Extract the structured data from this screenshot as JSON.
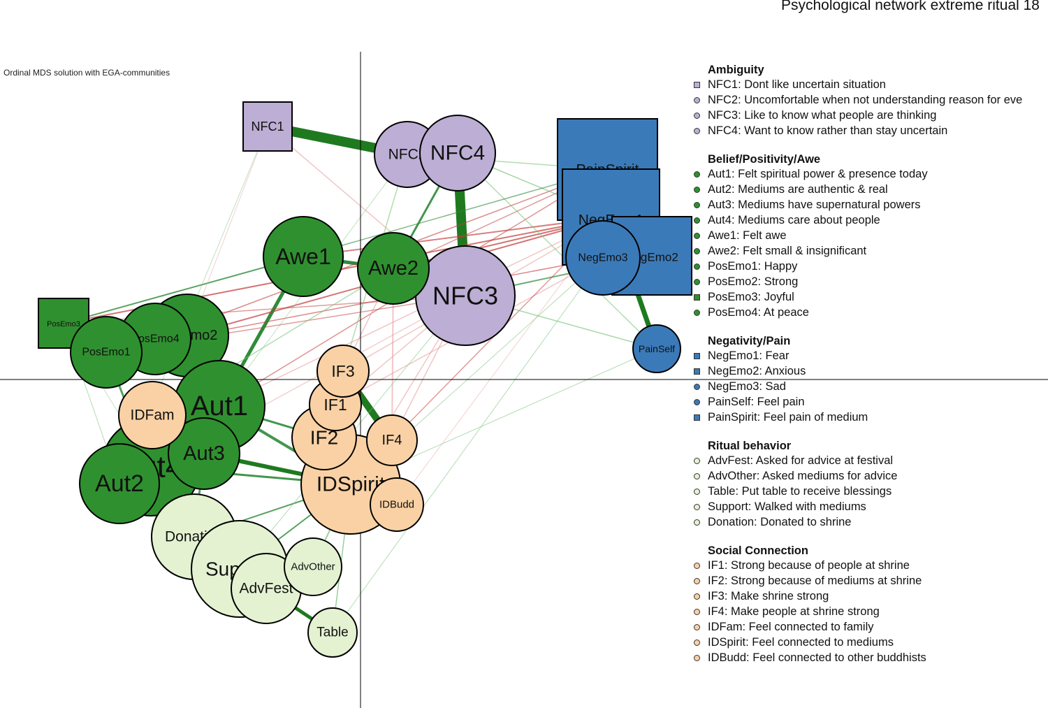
{
  "header": {
    "text": "Psychological network extreme ritual 18"
  },
  "plot": {
    "title": "Ordinal MDS solution with EGA-communities"
  },
  "communities": [
    {
      "title": "Ambiguity",
      "color": "#bcaed4",
      "items": [
        {
          "code": "NFC1",
          "text": "NFC1: Dont like uncertain situation",
          "marker": "square"
        },
        {
          "code": "NFC2",
          "text": "NFC2: Uncomfortable when not understanding reason for eve",
          "marker": "circle"
        },
        {
          "code": "NFC3",
          "text": "NFC3: Like to know what people are thinking",
          "marker": "circle"
        },
        {
          "code": "NFC4",
          "text": "NFC4: Want to know rather than stay uncertain",
          "marker": "circle"
        }
      ]
    },
    {
      "title": "Belief/Positivity/Awe",
      "color": "#2f902f",
      "items": [
        {
          "code": "Aut1",
          "text": "Aut1: Felt spiritual power & presence today",
          "marker": "circle"
        },
        {
          "code": "Aut2",
          "text": "Aut2: Mediums are authentic & real",
          "marker": "circle"
        },
        {
          "code": "Aut3",
          "text": "Aut3: Mediums have supernatural powers",
          "marker": "circle"
        },
        {
          "code": "Aut4",
          "text": "Aut4: Mediums care about people",
          "marker": "circle"
        },
        {
          "code": "Awe1",
          "text": "Awe1: Felt awe",
          "marker": "circle"
        },
        {
          "code": "Awe2",
          "text": "Awe2: Felt small & insignificant",
          "marker": "circle"
        },
        {
          "code": "PosEmo1",
          "text": "PosEmo1: Happy",
          "marker": "circle"
        },
        {
          "code": "PosEmo2",
          "text": "PosEmo2: Strong",
          "marker": "circle"
        },
        {
          "code": "PosEmo3",
          "text": "PosEmo3: Joyful",
          "marker": "square"
        },
        {
          "code": "PosEmo4",
          "text": "PosEmo4: At peace",
          "marker": "circle"
        }
      ]
    },
    {
      "title": "Negativity/Pain",
      "color": "#3b7ab8",
      "items": [
        {
          "code": "NegEmo1",
          "text": "NegEmo1: Fear",
          "marker": "square"
        },
        {
          "code": "NegEmo2",
          "text": "NegEmo2: Anxious",
          "marker": "square"
        },
        {
          "code": "NegEmo3",
          "text": "NegEmo3: Sad",
          "marker": "circle"
        },
        {
          "code": "PainSelf",
          "text": "PainSelf: Feel pain",
          "marker": "circle"
        },
        {
          "code": "PainSpirit",
          "text": "PainSpirit: Feel pain of medium",
          "marker": "square"
        }
      ]
    },
    {
      "title": "Ritual behavior",
      "color": "#e4f2d2",
      "items": [
        {
          "code": "AdvFest",
          "text": "AdvFest: Asked for advice at festival",
          "marker": "circle"
        },
        {
          "code": "AdvOther",
          "text": "AdvOther: Asked mediums for advice",
          "marker": "circle"
        },
        {
          "code": "Table",
          "text": "Table: Put table to receive blessings",
          "marker": "circle"
        },
        {
          "code": "Support",
          "text": "Support: Walked with mediums",
          "marker": "circle"
        },
        {
          "code": "Donation",
          "text": "Donation: Donated to shrine",
          "marker": "circle"
        }
      ]
    },
    {
      "title": "Social Connection",
      "color": "#f9d1a4",
      "items": [
        {
          "code": "IF1",
          "text": "IF1: Strong because of people at shrine",
          "marker": "circle"
        },
        {
          "code": "IF2",
          "text": "IF2: Strong because of mediums at shrine",
          "marker": "circle"
        },
        {
          "code": "IF3",
          "text": "IF3: Make shrine strong",
          "marker": "circle"
        },
        {
          "code": "IF4",
          "text": "IF4: Make people at shrine strong",
          "marker": "circle"
        },
        {
          "code": "IDFam",
          "text": "IDFam: Feel connected to family",
          "marker": "circle"
        },
        {
          "code": "IDSpirit",
          "text": "IDSpirit: Feel connected to mediums",
          "marker": "circle"
        },
        {
          "code": "IDBudd",
          "text": "IDBudd: Feel connected to other buddhists",
          "marker": "circle"
        }
      ]
    }
  ],
  "nodes": [
    {
      "label": "NFC1",
      "community": 0
    },
    {
      "label": "NFC2",
      "community": 0
    },
    {
      "label": "NFC4",
      "community": 0
    },
    {
      "label": "NFC3",
      "community": 0
    },
    {
      "label": "PainSpirit",
      "community": 2
    },
    {
      "label": "NegEmo1",
      "community": 2
    },
    {
      "label": "NegEmo2",
      "community": 2
    },
    {
      "label": "NegEmo3",
      "community": 2
    },
    {
      "label": "PainSelf",
      "community": 2
    },
    {
      "label": "Awe1",
      "community": 1
    },
    {
      "label": "Awe2",
      "community": 1
    },
    {
      "label": "PosEmo3",
      "community": 1
    },
    {
      "label": "PosEmo2",
      "community": 1
    },
    {
      "label": "PosEmo4",
      "community": 1
    },
    {
      "label": "PosEmo1",
      "community": 1
    },
    {
      "label": "Aut1",
      "community": 1
    },
    {
      "label": "Aut4",
      "community": 1
    },
    {
      "label": "Aut2",
      "community": 1
    },
    {
      "label": "Aut3",
      "community": 1
    },
    {
      "label": "Donation",
      "community": 3
    },
    {
      "label": "Support",
      "community": 3
    },
    {
      "label": "AdvFest",
      "community": 3
    },
    {
      "label": "AdvOther",
      "community": 3
    },
    {
      "label": "Table",
      "community": 3
    },
    {
      "label": "IDFam",
      "community": 4
    },
    {
      "label": "IDSpirit",
      "community": 4
    },
    {
      "label": "IDBudd",
      "community": 4
    },
    {
      "label": "IF2",
      "community": 4
    },
    {
      "label": "IF1",
      "community": 4
    },
    {
      "label": "IF3",
      "community": 4
    },
    {
      "label": "IF4",
      "community": 4
    }
  ]
}
